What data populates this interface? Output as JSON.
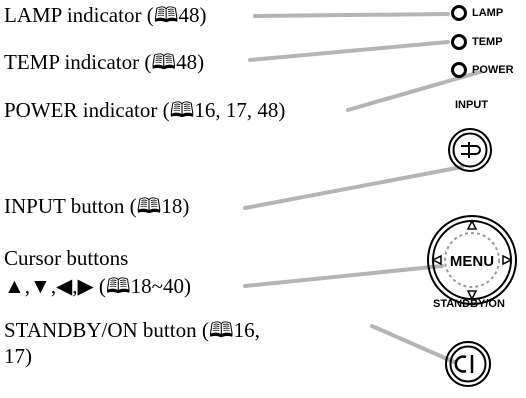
{
  "labels": {
    "lamp": "LAMP indicator (🕮48)",
    "temp": "TEMP indicator (🕮48)",
    "power": "POWER indicator (🕮16, 17, 48)",
    "input": "INPUT button (🕮18)",
    "cursor_line1": "Cursor buttons",
    "cursor_line2": "▲,▼,◀,▶ (🕮18~40)",
    "standby_line1": "STANDBY/ON button (🕮16,",
    "standby_line2": "17)"
  },
  "device": {
    "lamp": "LAMP",
    "temp": "TEMP",
    "power": "POWER",
    "input": "INPUT",
    "menu": "MENU",
    "standby": "STANDBY/ON"
  },
  "colors": {
    "leader": "#b4b4b4",
    "ink": "#000000"
  }
}
